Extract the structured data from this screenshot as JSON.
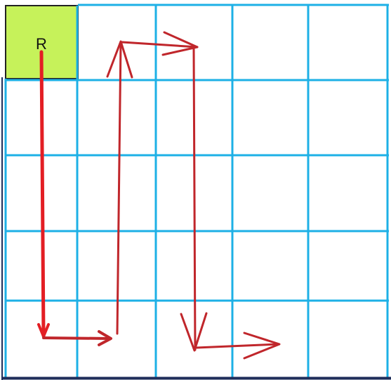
{
  "grid": {
    "rows": 5,
    "cols": 5,
    "line_color": "#1db0e6",
    "frame_color": "#1e2d5a"
  },
  "start_cell": {
    "label": "R",
    "fill_color": "#c6f25a",
    "row": 1,
    "col": 1
  },
  "path": {
    "primary_color": "#e31e24",
    "secondary_color": "#c0262b",
    "segments": [
      {
        "name": "down-column-1",
        "color": "#e31e24"
      },
      {
        "name": "right-to-column-2",
        "color": "#c0262b"
      },
      {
        "name": "up-column-2",
        "color": "#c0262b"
      },
      {
        "name": "right-to-column-3",
        "color": "#c0262b"
      },
      {
        "name": "down-column-3",
        "color": "#c0262b"
      },
      {
        "name": "right-to-column-4",
        "color": "#c0262b"
      }
    ]
  }
}
